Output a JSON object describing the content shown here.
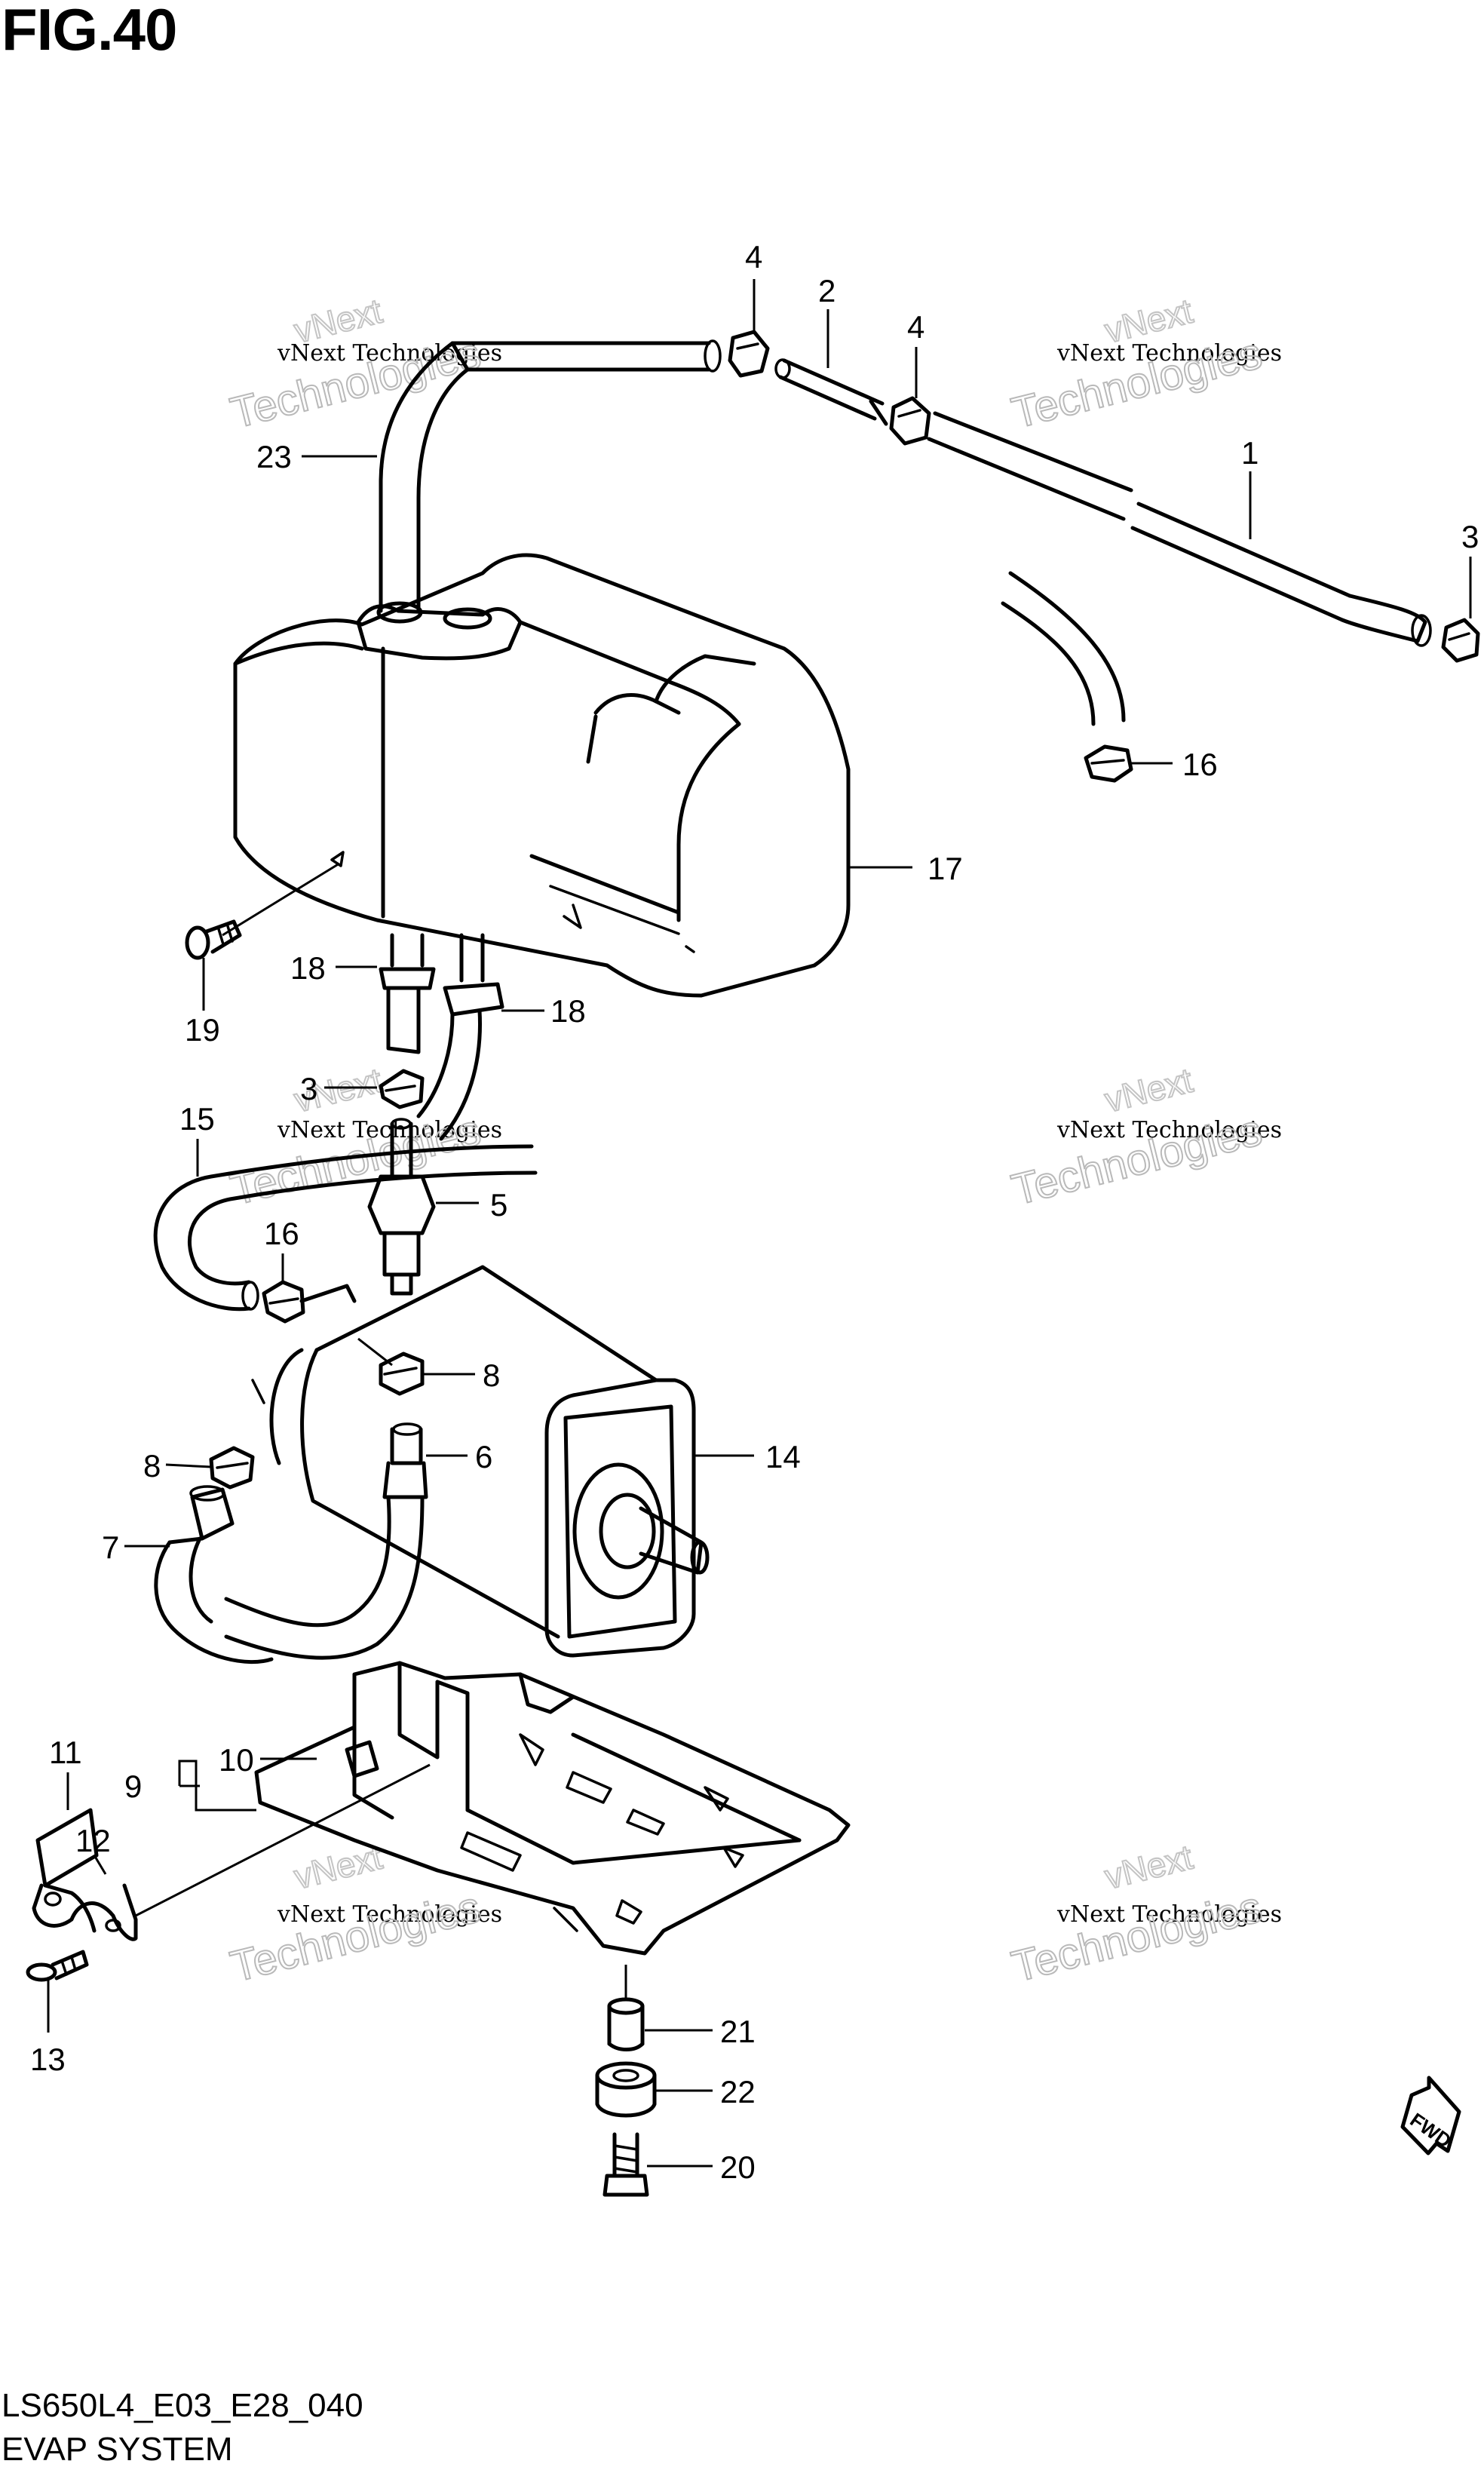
{
  "figure": {
    "title": "FIG.40",
    "code": "LS650L4_E03_E28_040",
    "name": "EVAP SYSTEM"
  },
  "watermark": {
    "line1": "vNext",
    "line2": "vNext Technologies",
    "line3": "Technologies"
  },
  "fwd_label": "FWD",
  "callouts": {
    "c1": "1",
    "c2": "2",
    "c3a": "3",
    "c3b": "3",
    "c4a": "4",
    "c4b": "4",
    "c5": "5",
    "c6": "6",
    "c7": "7",
    "c8a": "8",
    "c8b": "8",
    "c9": "9",
    "c10": "10",
    "c11": "11",
    "c12": "12",
    "c13": "13",
    "c14": "14",
    "c15": "15",
    "c16a": "16",
    "c16b": "16",
    "c17": "17",
    "c18a": "18",
    "c18b": "18",
    "c19": "19",
    "c20": "20",
    "c21": "21",
    "c22": "22",
    "c23": "23"
  }
}
